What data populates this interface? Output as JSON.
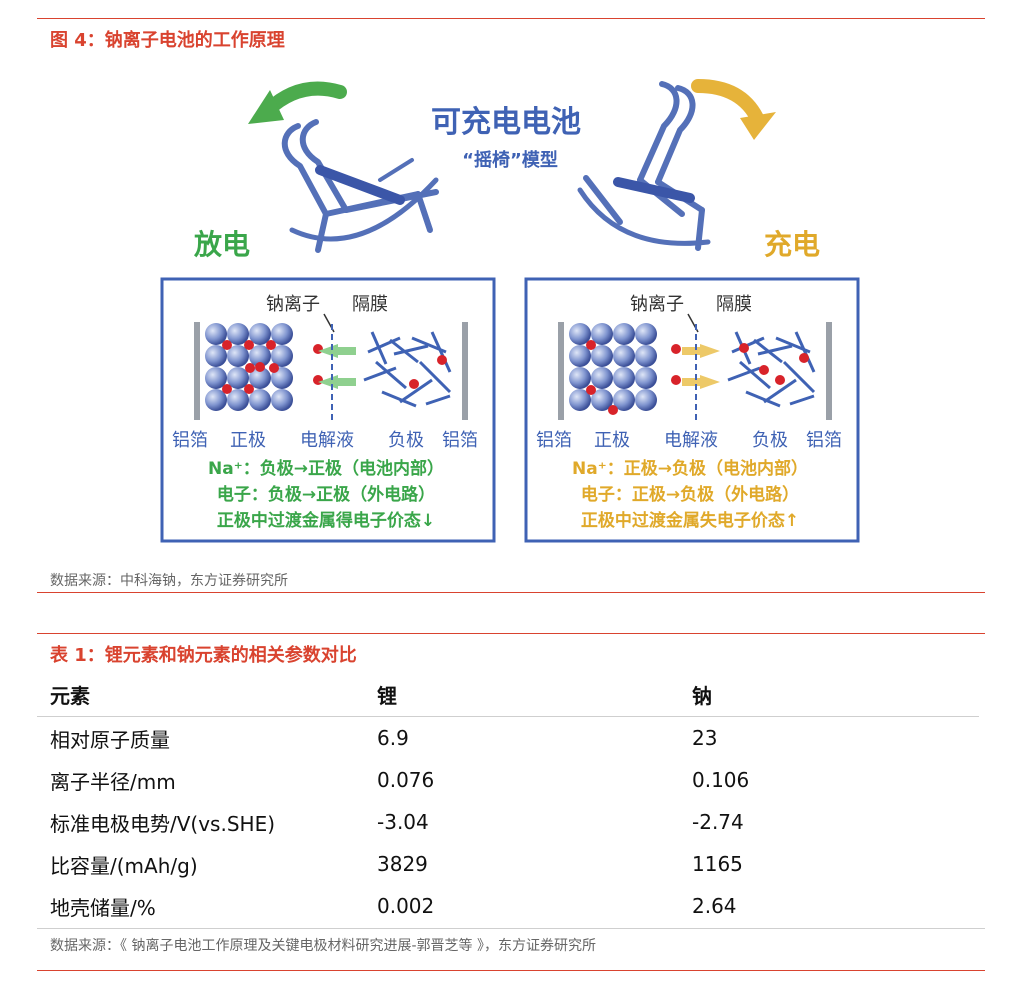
{
  "figure": {
    "caption": "图 4：钠离子电池的工作原理",
    "center_title": "可充电电池",
    "center_subtitle": "“摇椅”模型",
    "left_label": "放电",
    "right_label": "充电",
    "discharge": {
      "label_ion": "钠离子",
      "label_separator": "隔膜",
      "bottom_labels": [
        "铝箔",
        "正极",
        "电解液",
        "负极",
        "铝箔"
      ],
      "line1": "Na⁺：负极→正极（电池内部）",
      "line2": "电子：负极→正极（外电路）",
      "line3": "正极中过渡金属得电子价态↓"
    },
    "charge": {
      "label_ion": "钠离子",
      "label_separator": "隔膜",
      "bottom_labels": [
        "铝箔",
        "正极",
        "电解液",
        "负极",
        "铝箔"
      ],
      "line1": "Na⁺：正极→负极（电池内部）",
      "line2": "电子：正极→负极（外电路）",
      "line3": "正极中过渡金属失电子价态↑"
    },
    "source": "数据来源：中科海钠，东方证券研究所",
    "colors": {
      "green": "#3aa64a",
      "gold": "#e0a92a",
      "blue": "#3f62b4",
      "red": "#d9432f"
    }
  },
  "table": {
    "caption": "表 1：锂元素和钠元素的相关参数对比",
    "headers": [
      "元素",
      "锂",
      "钠"
    ],
    "rows": [
      [
        "相对原子质量",
        "6.9",
        "23"
      ],
      [
        "离子半径/mm",
        "0.076",
        "0.106"
      ],
      [
        "标准电极电势/V(vs.SHE)",
        "-3.04",
        "-2.74"
      ],
      [
        "比容量/(mAh/g)",
        "3829",
        "1165"
      ],
      [
        "地壳储量/%",
        "0.002",
        "2.64"
      ]
    ],
    "source": "数据来源：《 钠离子电池工作原理及关键电极材料研究进展-郭晋芝等 》，东方证券研究所"
  }
}
